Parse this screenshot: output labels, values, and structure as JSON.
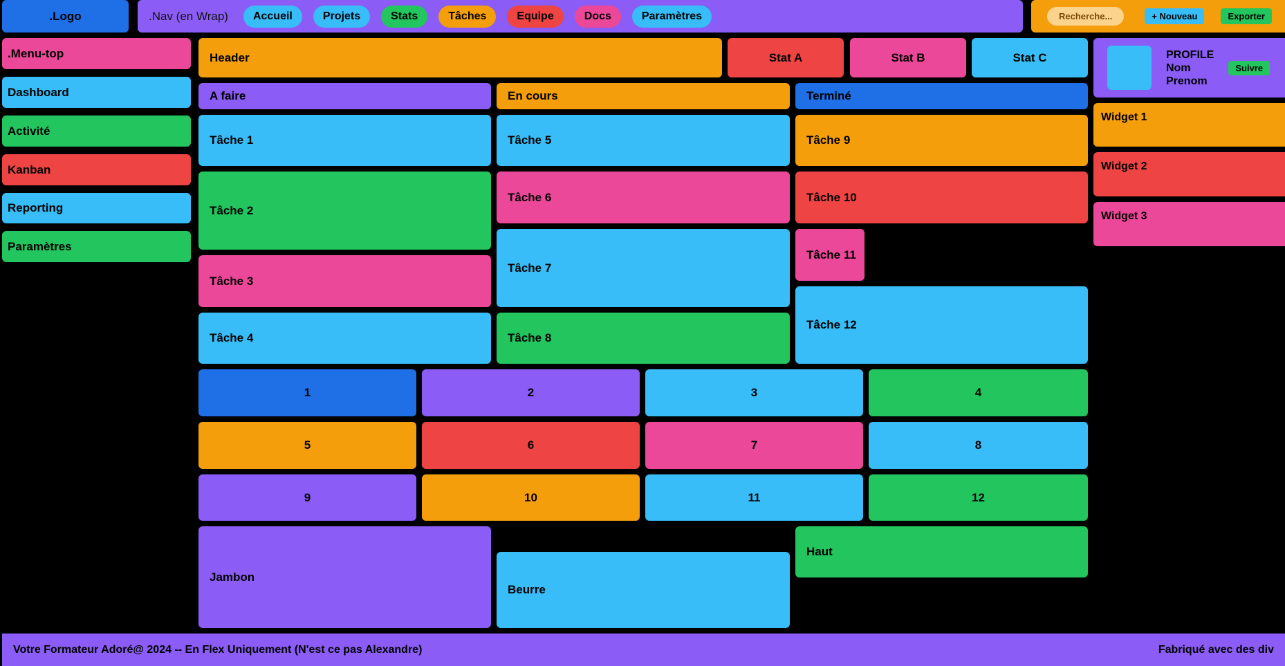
{
  "topbar": {
    "logo": ".Logo",
    "nav_label": ".Nav (en Wrap)",
    "nav_items": [
      {
        "label": "Accueil",
        "color": "#38bdf8"
      },
      {
        "label": "Projets",
        "color": "#38bdf8"
      },
      {
        "label": "Stats",
        "color": "#22c55e"
      },
      {
        "label": "Tâches",
        "color": "#f59e0b"
      },
      {
        "label": "Equipe",
        "color": "#ef4444"
      },
      {
        "label": "Docs",
        "color": "#ec4899"
      },
      {
        "label": "Paramètres",
        "color": "#38bdf8"
      }
    ],
    "search_placeholder": "Recherche...",
    "new_button": "+ Nouveau",
    "export_button": "Exporter"
  },
  "sidebar": {
    "items": [
      {
        "label": ".Menu-top",
        "color": "#ec4899"
      },
      {
        "label": "Dashboard",
        "color": "#38bdf8"
      },
      {
        "label": "Activité",
        "color": "#22c55e"
      },
      {
        "label": "Kanban",
        "color": "#ef4444"
      },
      {
        "label": "Reporting",
        "color": "#38bdf8"
      },
      {
        "label": "Paramètres",
        "color": "#22c55e"
      }
    ]
  },
  "header": {
    "title": "Header",
    "stats": [
      "Stat A",
      "Stat B",
      "Stat C"
    ]
  },
  "kanban": {
    "columns": [
      "A faire",
      "En cours",
      "Terminé"
    ],
    "tasks": [
      "Tâche 1",
      "Tâche 2",
      "Tâche 3",
      "Tâche 4",
      "Tâche 5",
      "Tâche 6",
      "Tâche 7",
      "Tâche 8",
      "Tâche 9",
      "Tâche 10",
      "Tâche 11",
      "Tâche 12"
    ]
  },
  "grid": [
    "1",
    "2",
    "3",
    "4",
    "5",
    "6",
    "7",
    "8",
    "9",
    "10",
    "11",
    "12"
  ],
  "bottom": {
    "left": "Jambon",
    "middle": "Beurre",
    "right": "Haut"
  },
  "profile": {
    "title": "PROFILE",
    "name_line1": "Nom",
    "name_line2": "Prenom",
    "follow_button": "Suivre"
  },
  "widgets": [
    "Widget 1",
    "Widget 2",
    "Widget 3"
  ],
  "footer": {
    "left": "Votre Formateur Adoré@ 2024 -- En Flex Uniquement (N'est ce pas Alexandre)",
    "right": "Fabriqué avec des div"
  }
}
